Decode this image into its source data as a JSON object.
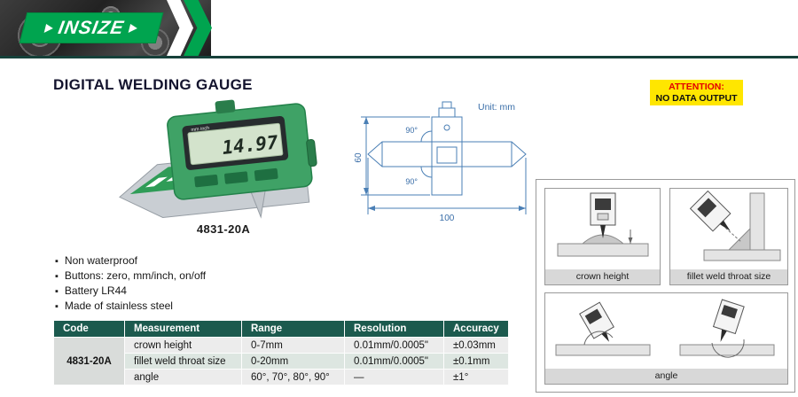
{
  "colors": {
    "brand_green": "#00a44f",
    "header_line": "#16413a",
    "table_header_bg": "#1c5a4e",
    "attention_bg": "#ffe600",
    "attention_red": "#e30000",
    "drawing_blue": "#3a6ea8"
  },
  "header": {
    "brand": "INSIZE"
  },
  "page": {
    "title": "DIGITAL WELDING GAUGE"
  },
  "attention": {
    "line1": "ATTENTION:",
    "line2": "NO DATA OUTPUT"
  },
  "product": {
    "model": "4831-20A",
    "lcd_value": "14.97",
    "lcd_units": "mm  inch"
  },
  "drawing": {
    "unit_label": "Unit: mm",
    "dim_height": "60",
    "dim_width": "100",
    "angle_top": "90°",
    "angle_bottom": "90°"
  },
  "features": [
    "Non waterproof",
    "Buttons: zero, mm/inch, on/off",
    "Battery LR44",
    "Made of stainless steel"
  ],
  "diagrams": {
    "caption_crown": "crown height",
    "caption_fillet": "fillet weld throat size",
    "caption_angle": "angle"
  },
  "table": {
    "headers": [
      "Code",
      "Measurement",
      "Range",
      "Resolution",
      "Accuracy"
    ],
    "code": "4831-20A",
    "rows": [
      {
        "measurement": "crown height",
        "range": "0-7mm",
        "resolution": "0.01mm/0.0005\"",
        "accuracy": "±0.03mm"
      },
      {
        "measurement": "fillet weld throat size",
        "range": "0-20mm",
        "resolution": "0.01mm/0.0005\"",
        "accuracy": "±0.1mm"
      },
      {
        "measurement": "angle",
        "range": "60°, 70°, 80°, 90°",
        "resolution": "—",
        "accuracy": "±1°"
      }
    ]
  }
}
